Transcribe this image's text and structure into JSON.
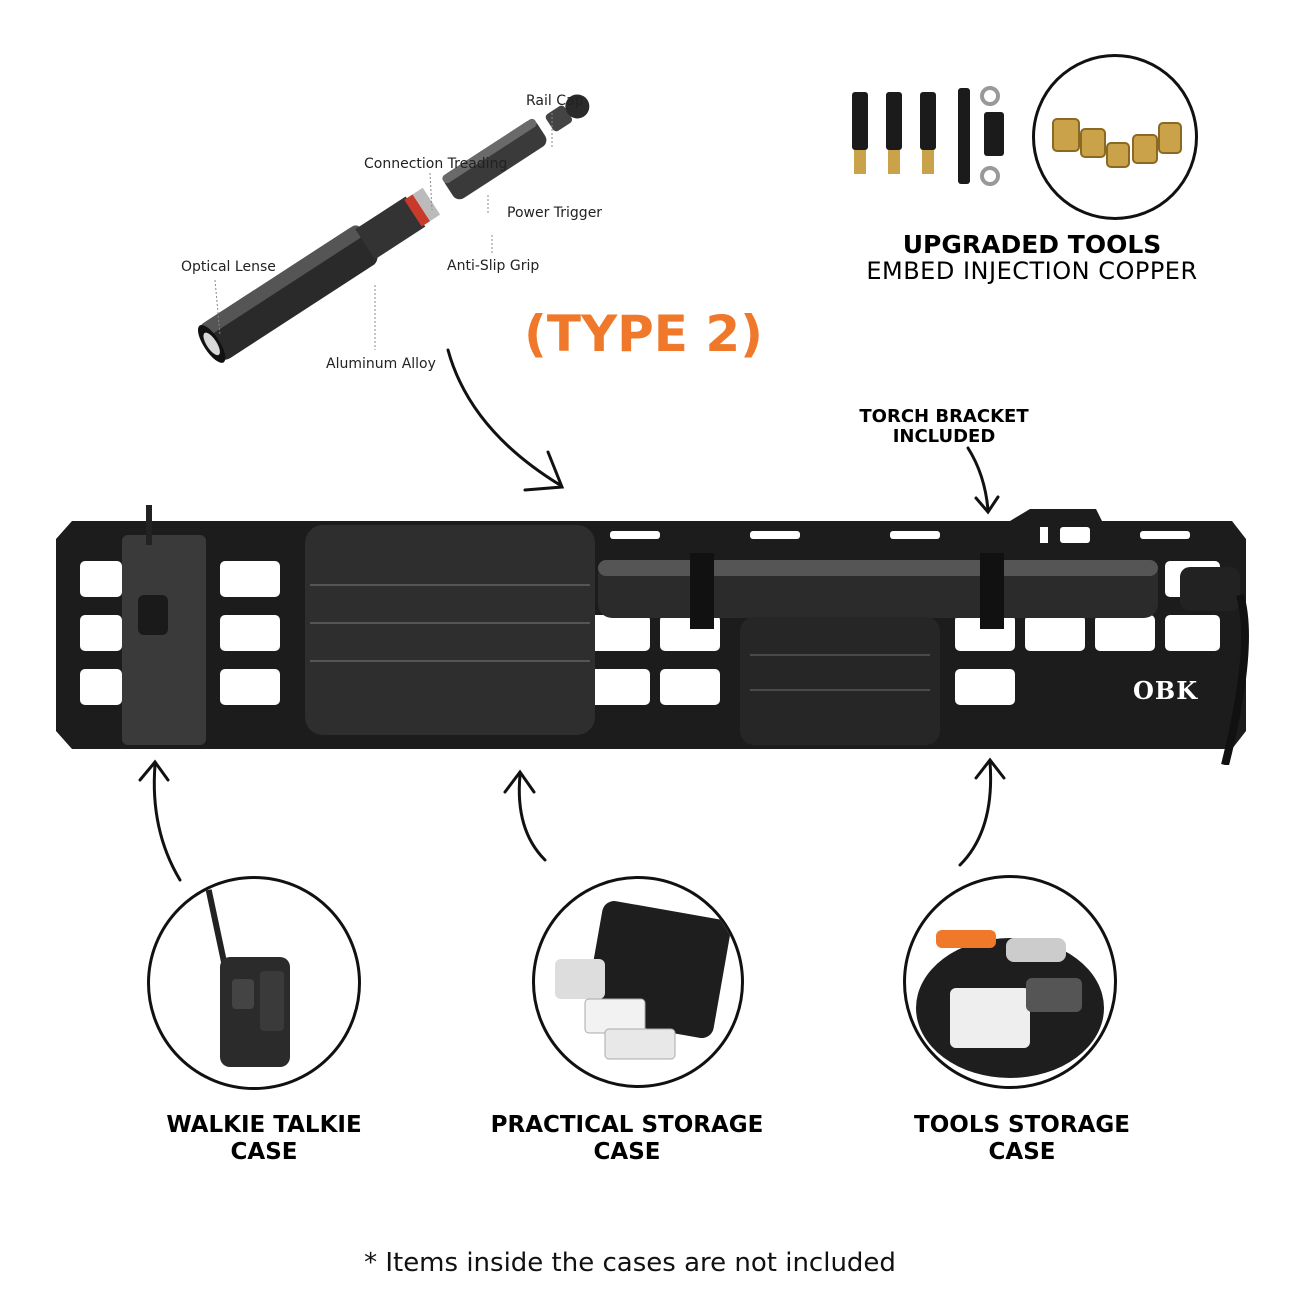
{
  "flashlight": {
    "labels": {
      "rail_cap": "Rail Cap",
      "connection_treading": "Connection Treading",
      "power_trigger": "Power Trigger",
      "optical_lense": "Optical Lense",
      "anti_slip_grip": "Anti-Slip Grip",
      "aluminum_alloy": "Aluminum Alloy"
    }
  },
  "tools": {
    "title_line1": "UPGRADED TOOLS",
    "title_line2": "EMBED INJECTION COPPER"
  },
  "type_label": "(TYPE 2)",
  "torch_bracket": {
    "line1": "TORCH BRACKET",
    "line2": "INCLUDED"
  },
  "panel": {
    "logo": "OBK"
  },
  "cases": [
    {
      "line1": "WALKIE TALKIE",
      "line2": "CASE"
    },
    {
      "line1": "PRACTICAL STORAGE",
      "line2": "CASE"
    },
    {
      "line1": "TOOLS STORAGE",
      "line2": "CASE"
    }
  ],
  "footnote": "* Items inside the cases are not included",
  "colors": {
    "accent": "#f0782a",
    "panel": "#1c1c1c",
    "brass": "#c9a24a"
  }
}
